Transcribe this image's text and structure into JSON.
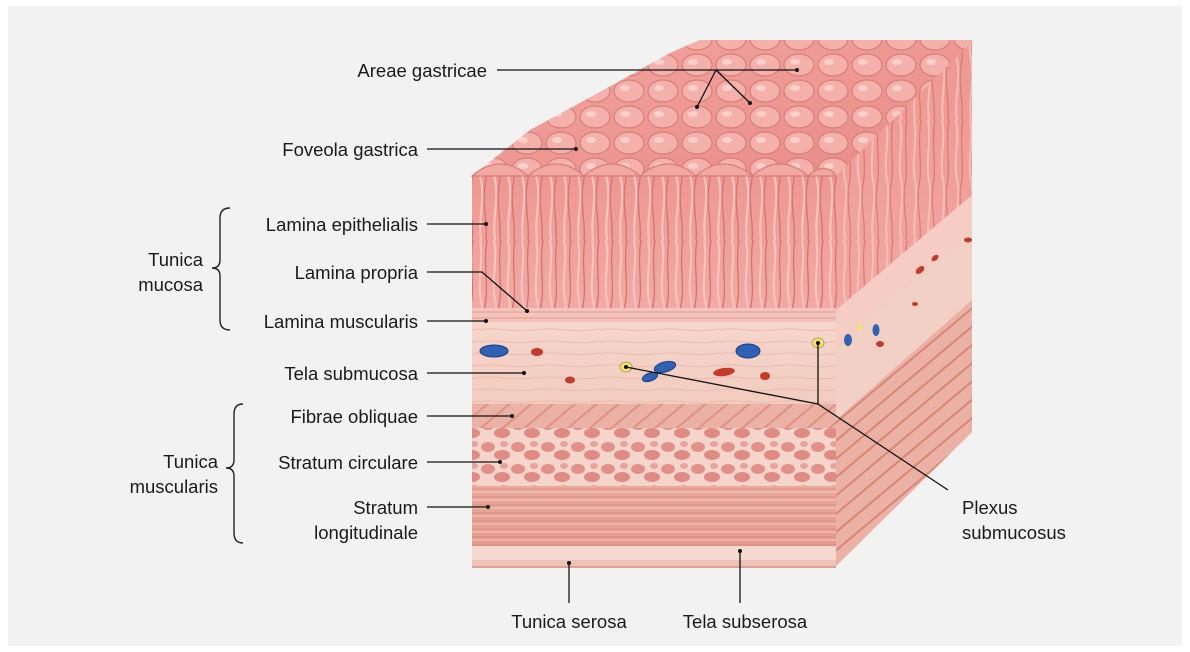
{
  "labels": {
    "areae_gastricae": "Areae gastricae",
    "foveola_gastrica": "Foveola gastrica",
    "lamina_epithelialis": "Lamina epithelialis",
    "lamina_propria": "Lamina propria",
    "lamina_muscularis": "Lamina muscularis",
    "tela_submucosa": "Tela submucosa",
    "fibrae_obliquae": "Fibrae obliquae",
    "stratum_circulare": "Stratum circulare",
    "stratum_longitudinale_1": "Stratum",
    "stratum_longitudinale_2": "longitudinale",
    "tunica_serosa": "Tunica serosa",
    "tela_subserosa": "Tela subserosa",
    "plexus_submucosus_1": "Plexus",
    "plexus_submucosus_2": "submucosus"
  },
  "groups": {
    "tunica_mucosa_1": "Tunica",
    "tunica_mucosa_2": "mucosa",
    "tunica_muscularis_1": "Tunica",
    "tunica_muscularis_2": "muscularis"
  }
}
